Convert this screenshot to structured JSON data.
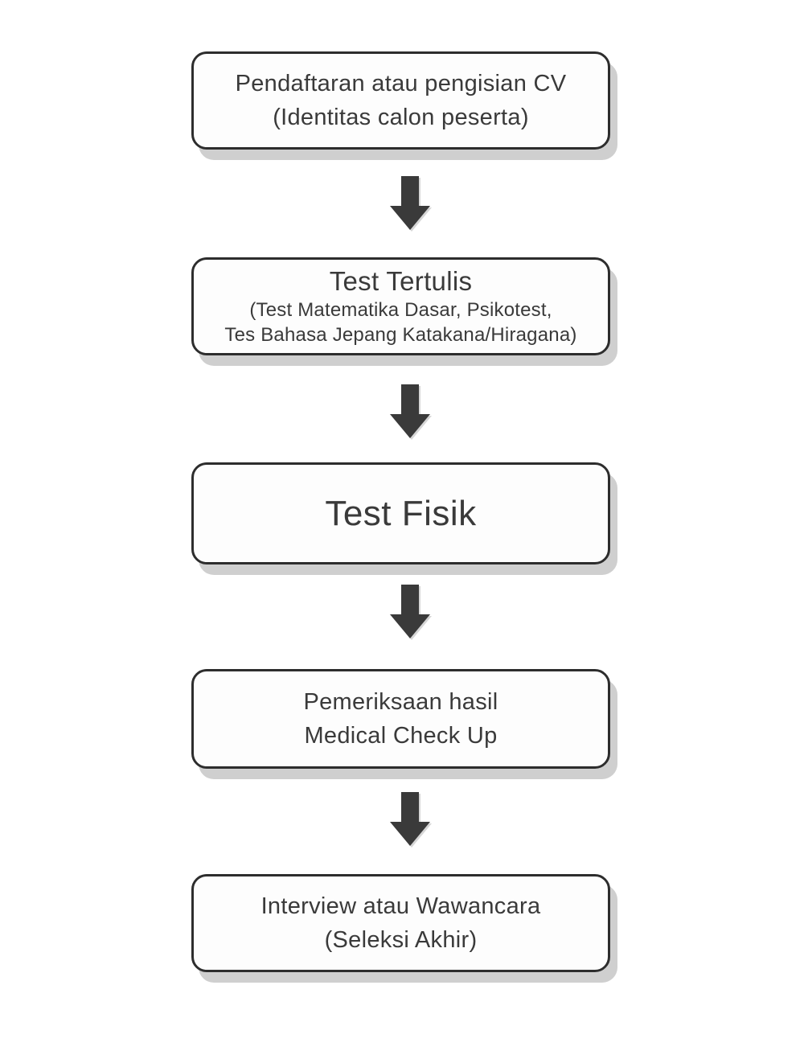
{
  "diagram": {
    "type": "flowchart",
    "direction": "top-down",
    "colors": {
      "background": "#ffffff",
      "box_fill": "#fdfdfd",
      "box_border": "#2d2d2d",
      "box_shadow": "#cfcfcf",
      "text": "#3a3a3a",
      "arrow": "#3a3a3a"
    },
    "steps": [
      {
        "id": "pendaftaran",
        "lines": [
          {
            "text": "Pendaftaran atau pengisian CV"
          },
          {
            "text": "(Identitas calon peserta)"
          }
        ]
      },
      {
        "id": "test-tertulis",
        "lines": [
          {
            "text": "Test Tertulis"
          },
          {
            "text": "(Test Matematika Dasar, Psikotest,"
          },
          {
            "text": "Tes Bahasa Jepang Katakana/Hiragana)"
          }
        ]
      },
      {
        "id": "test-fisik",
        "lines": [
          {
            "text": "Test Fisik"
          }
        ]
      },
      {
        "id": "medical-check-up",
        "lines": [
          {
            "text": "Pemeriksaan hasil"
          },
          {
            "text": "Medical Check Up"
          }
        ]
      },
      {
        "id": "interview",
        "lines": [
          {
            "text": "Interview atau Wawancara"
          },
          {
            "text": "(Seleksi Akhir)"
          }
        ]
      }
    ],
    "connectors": [
      {
        "icon": "down-arrow-icon"
      },
      {
        "icon": "down-arrow-icon"
      },
      {
        "icon": "down-arrow-icon"
      },
      {
        "icon": "down-arrow-icon"
      }
    ]
  }
}
